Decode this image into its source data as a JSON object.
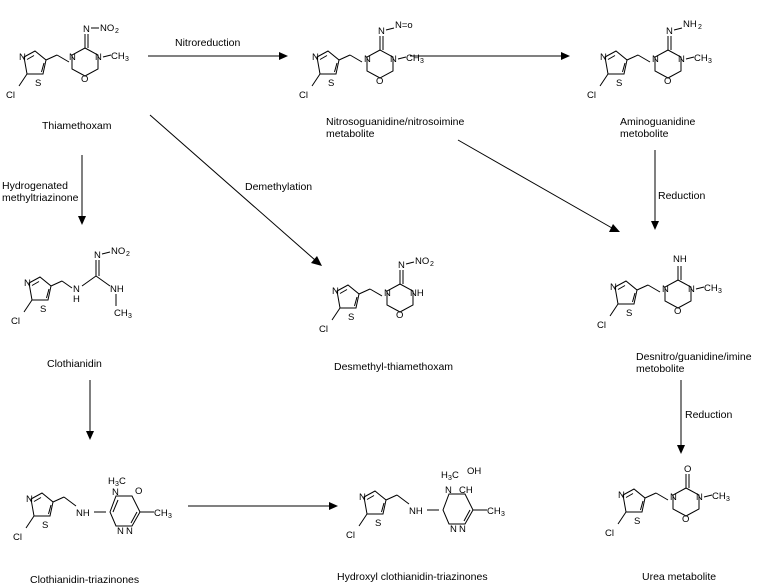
{
  "compounds": {
    "thiamethoxam": "Thiamethoxam",
    "nitroso_1": "Nitrosoguanidine/nitrosoimine",
    "nitroso_2": "metabolite",
    "amino_1": "Aminoguanidine",
    "amino_2": "metobolite",
    "clothianidin": "Clothianidin",
    "desmethyl": "Desmethyl-thiamethoxam",
    "desnitro_1": "Desnitro/guanidine/imine",
    "desnitro_2": "metobolite",
    "triazinones": "Clothianidin-triazinones",
    "hydroxyl": "Hydroxyl clothianidin-triazinones",
    "urea": "Urea metabolite"
  },
  "reactions": {
    "nitroreduction": "Nitroreduction",
    "demethylation": "Demethylation",
    "hydro_1": "Hydrogenated",
    "hydro_2": "methyltriazinone",
    "reduction_a": "Reduction",
    "reduction_b": "Reduction"
  },
  "atoms": {
    "N": "N",
    "O": "O",
    "S": "S",
    "Cl": "Cl",
    "NO2": "NO",
    "two": "2",
    "CH3": "CH",
    "three": "3",
    "NO_nitroso": "N=o",
    "NH2": "NH",
    "NH": "NH",
    "H": "H",
    "OH": "OH",
    "H3C": "H",
    "H3C_c": "C",
    "CH": "CH"
  }
}
